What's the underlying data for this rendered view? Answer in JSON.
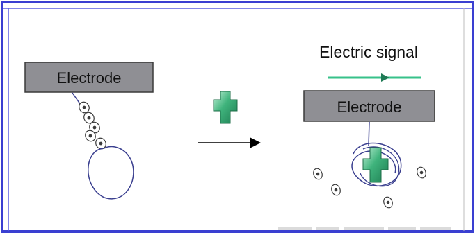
{
  "diagram": {
    "left_panel": {
      "electrode_label": "Electrode"
    },
    "right_panel": {
      "signal_label": "Electric signal",
      "electrode_label": "Electrode"
    },
    "colors": {
      "border": "#3a3fd1",
      "electrode_fill": "#8f8f94",
      "electrode_stroke": "#3a3a3a",
      "wire": "#3a3f8f",
      "green_cross": "#2ea36f",
      "green_cross_light": "#9fe0c0",
      "signal_arrow": "#37c18a"
    }
  }
}
